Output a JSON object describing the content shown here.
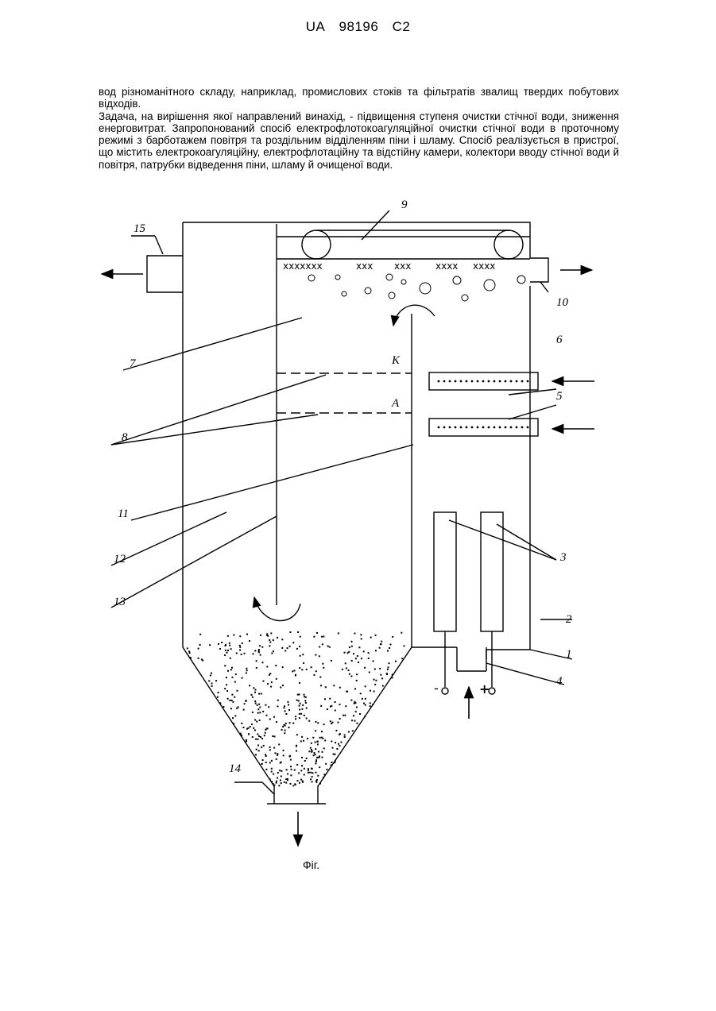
{
  "header": {
    "code": "UA",
    "number": "98196",
    "kind": "C2"
  },
  "paragraphs": [
    "вод різноманітного складу, наприклад, промислових стоків та фільтратів звалищ твердих побутових відходів.",
    "Задача, на вирішення якої направлений винахід, - підвищення ступеня очистки стічної води, зниження енерговитрат. Запропонований спосіб електрофлотокоагуляційної очистки стічної води в проточному режимі з барботажем повітря та роздільним відділенням піни і шламу. Спосіб реалізується в пристрої, що містить електрокоагуляційну, електрофлотаційну та відстійну камери, колектори вводу стічної води й повітря, патрубки відведення піни, шламу й очищеної води."
  ],
  "figure": {
    "caption": "Фіг.",
    "labels": {
      "n1": "1",
      "n2": "2",
      "n3": "3",
      "n4": "4",
      "n5": "5",
      "n6": "6",
      "n7": "7",
      "n8": "8",
      "n9": "9",
      "n10": "10",
      "n11": "11",
      "n12": "12",
      "n13": "13",
      "n14": "14",
      "n15": "15",
      "K": "К",
      "A": "А",
      "minus": "-",
      "plus": "+"
    }
  }
}
